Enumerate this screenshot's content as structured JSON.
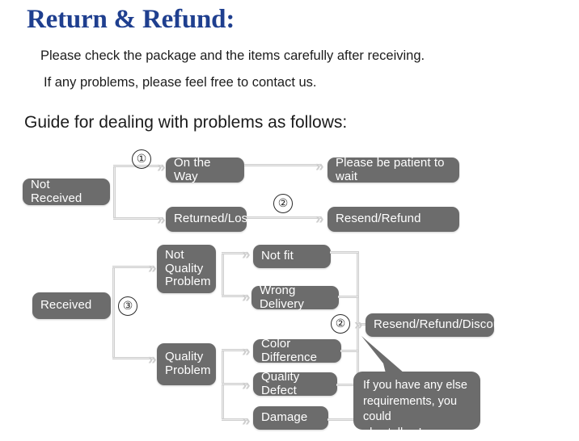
{
  "header": {
    "title": "Return & Refund:",
    "line1": "Please check the package and the items carefully after receiving.",
    "line2": "If any problems, please feel free to contact us.",
    "guide": "Guide for dealing with problems as follows:"
  },
  "colors": {
    "title_blue": "#1f3f8f",
    "node_gray": "#6c6c6c",
    "node_text": "#ffffff",
    "connector": "#d8d8d8",
    "page_bg": "#ffffff"
  },
  "flow": {
    "nodes": {
      "not_received": "Not Received",
      "on_the_way": "On the Way",
      "returned_lost": "Returned/Lost",
      "please_wait": "Please be patient to wait",
      "resend_refund": "Resend/Refund",
      "received": "Received",
      "not_quality_problem": "Not\nQuality\nProblem",
      "quality_problem": "Quality\nProblem",
      "not_fit": "Not fit",
      "wrong_delivery": "Wrong Delivery",
      "color_difference": "Color Difference",
      "quality_defect": "Quality Defect",
      "damage": "Damage",
      "resend_refund_discount": "Resend/Refund/Discount"
    },
    "markers": {
      "one": "①",
      "two_top": "②",
      "three": "③",
      "two_bottom": "②"
    },
    "bubble": "If you have any else\nrequirements, you could\nalso tell us!"
  }
}
